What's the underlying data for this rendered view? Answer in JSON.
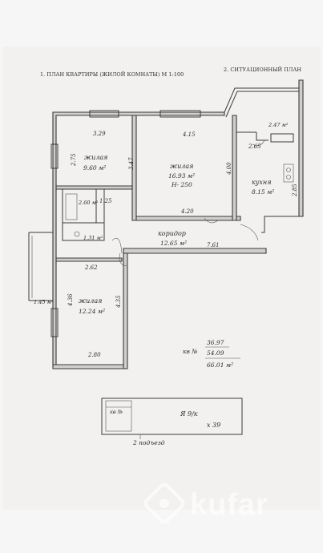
{
  "titles": {
    "plan_title": "1. ПЛАН КВАРТИРЫ (ЖИЛОЙ КОМНАТЫ) М 1:100",
    "situation_title": "2. СИТУАЦИОННЫЙ ПЛАН"
  },
  "rooms": {
    "living1": {
      "label": "жилая",
      "area": "9.60 м²"
    },
    "living2": {
      "label": "жилая",
      "area": "16.93 м²",
      "height": "H- 250"
    },
    "kitchen": {
      "label": "кухня",
      "area": "8.15 м²"
    },
    "corridor": {
      "label": "коридор",
      "area": "12.65 м²"
    },
    "living3": {
      "label": "жилая",
      "area": "12.24 м²"
    },
    "bath": {
      "area": "2.60 м²"
    },
    "wc": {
      "area": "1.31 м²"
    },
    "loggia": {
      "area": "2.47 м²"
    },
    "balcony": {
      "area": "1.45 м²"
    }
  },
  "dimensions": {
    "d329": "3.29",
    "d415": "4.15",
    "d275": "2.75",
    "d347": "3.47",
    "d400": "4.00",
    "d420": "4.20",
    "d265": "2.65",
    "d285": "2.85",
    "d125": "1.25",
    "d761": "7.61",
    "d262": "2.62",
    "d436": "4.36",
    "d435": "4.35",
    "d280": "2.80"
  },
  "totals": {
    "prefix": "кв №",
    "living": "36.97",
    "total": "54.09",
    "total_with_balcony": "66.01 м²"
  },
  "situation": {
    "office_label": "кв №",
    "residual_label": "Я 9/к",
    "flat_mark": "х 39",
    "entrance_label": "2 подъезд"
  },
  "watermark": "kufar"
}
